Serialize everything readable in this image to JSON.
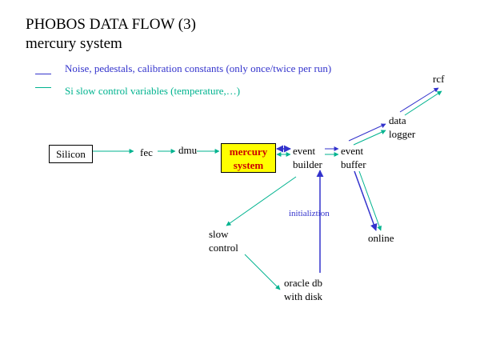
{
  "title": "PHOBOS DATA FLOW (3)",
  "subtitle": "mercury system",
  "colors": {
    "blue": "#3333cc",
    "teal": "#00b38f",
    "mercury_fill": "#ffff00",
    "mercury_text": "#cc0000"
  },
  "legend": [
    {
      "color_key": "blue",
      "text": "Noise, pedestals, calibration constants (only once/twice per run)"
    },
    {
      "color_key": "teal",
      "text": "Si slow control variables (temperature,…)"
    }
  ],
  "nodes": {
    "silicon": "Silicon",
    "fec": "fec",
    "dmu": "dmu",
    "mercury_line1": "mercury",
    "mercury_line2": "system",
    "event_builder_line1": "event",
    "event_builder_line2": "builder",
    "event_buffer_line1": "event",
    "event_buffer_line2": "buffer",
    "data_logger_line1": "data",
    "data_logger_line2": "logger",
    "rcf": "rcf",
    "online": "online",
    "slow_control_line1": "slow",
    "slow_control_line2": "control",
    "oracle_line1": "oracle db",
    "oracle_line2": "with disk",
    "initialization": "initializtion"
  }
}
